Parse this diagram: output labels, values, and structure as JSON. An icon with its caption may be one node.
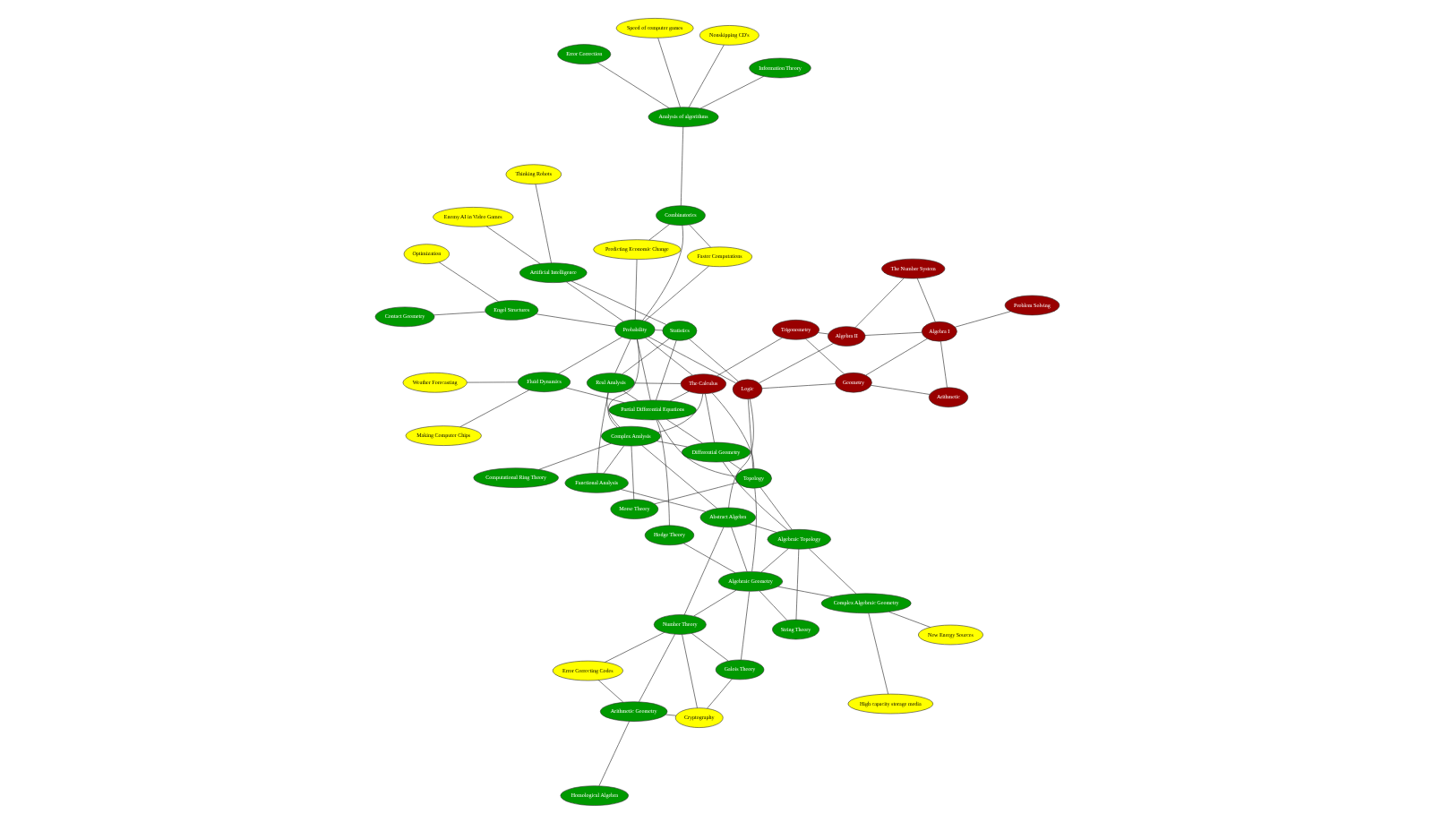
{
  "diagram": {
    "nodes": [
      {
        "text": [
          "Homological Algebra"
        ]
      },
      {
        "text": [
          "Arithmetic Geometry"
        ]
      },
      {
        "text": [
          "String Theory"
        ]
      },
      {
        "text": [
          "Number Theory"
        ]
      },
      {
        "text": [
          "Algebraic Geometry"
        ]
      },
      {
        "text": [
          "Contact Geometry"
        ]
      },
      {
        "text": [
          "Engel Structures"
        ]
      },
      {
        "text": [
          "Complex Algebraic Geometry"
        ]
      },
      {
        "text": [
          "Morse Theory"
        ]
      },
      {
        "text": [
          "Hodge Theory"
        ]
      },
      {
        "text": [
          "Algebraic Topology"
        ]
      },
      {
        "text": [
          "Error Correction"
        ]
      },
      {
        "text": [
          "Information Theory"
        ]
      },
      {
        "text": [
          "Differential Geometry"
        ]
      },
      {
        "text": [
          "Partial Differential Equations"
        ]
      },
      {
        "text": [
          "Galois Theory"
        ]
      },
      {
        "text": [
          "Functional Analysis"
        ]
      },
      {
        "text": [
          "Analysis of algorithms"
        ]
      },
      {
        "text": [
          "Optimization"
        ]
      },
      {
        "text": [
          "High capacity storage media"
        ]
      },
      {
        "text": [
          "Error Correcting Codes"
        ]
      },
      {
        "text": [
          "Complex Analysis"
        ]
      },
      {
        "text": [
          "Abstract Algebra"
        ]
      },
      {
        "text": [
          "Topology"
        ]
      },
      {
        "text": [
          "Combinatorics"
        ]
      },
      {
        "text": [
          "Artificial Intelligence"
        ]
      },
      {
        "text": [
          "Nonskipping CD's"
        ]
      },
      {
        "text": [
          "Speed of computer games"
        ]
      },
      {
        "text": [
          "Computational Ring Theory"
        ]
      },
      {
        "text": [
          "Real Analysis"
        ]
      },
      {
        "text": [
          "The Calculus"
        ]
      },
      {
        "text": [
          "Probability"
        ]
      },
      {
        "text": [
          "Fluid Dynamics"
        ]
      },
      {
        "text": [
          "Making Computer Chips"
        ]
      },
      {
        "text": [
          "Statistics"
        ]
      },
      {
        "text": [
          "Faster Computations"
        ]
      },
      {
        "text": [
          "New Energy Sources"
        ]
      },
      {
        "text": [
          "Cryptography"
        ]
      },
      {
        "text": [
          "Predicting Economic Change"
        ]
      },
      {
        "text": [
          "Enemy AI in Video Games"
        ]
      },
      {
        "text": [
          "Thinking Robots"
        ]
      },
      {
        "text": [
          "Weather Forecasting"
        ]
      },
      {
        "text": [
          "Trigonometry"
        ]
      },
      {
        "text": [
          "Logic"
        ]
      },
      {
        "text": [
          "Geometry"
        ]
      },
      {
        "text": [
          "Algebra II"
        ]
      },
      {
        "text": [
          "Algebra I"
        ]
      },
      {
        "text": [
          "Arithmetic"
        ]
      },
      {
        "text": [
          "Problem Solving"
        ]
      },
      {
        "text": [
          "The Number System"
        ]
      }
    ],
    "edges": [
      {
        "from": 0,
        "to": 1,
        "arrow": "none"
      },
      {
        "from": 1,
        "to": 3,
        "arrow": "none"
      },
      {
        "from": 1,
        "to": 20,
        "arrow": "none"
      },
      {
        "from": 1,
        "to": 37,
        "arrow": "none"
      },
      {
        "from": 2,
        "to": 4,
        "arrow": "none"
      },
      {
        "from": 2,
        "to": 10,
        "arrow": "none"
      },
      {
        "from": 3,
        "to": 4,
        "arrow": "none"
      },
      {
        "from": 3,
        "to": 15,
        "arrow": "none"
      },
      {
        "from": 3,
        "to": 20,
        "arrow": "none"
      },
      {
        "from": 3,
        "to": 37,
        "arrow": "none"
      },
      {
        "from": 3,
        "to": 22,
        "arrow": "none"
      },
      {
        "from": 7,
        "to": 4,
        "arrow": "none"
      },
      {
        "from": 7,
        "to": 10,
        "arrow": "none"
      },
      {
        "from": 7,
        "to": 19,
        "arrow": "none"
      },
      {
        "from": 7,
        "to": 36,
        "arrow": "none"
      },
      {
        "from": 15,
        "to": 37,
        "arrow": "none"
      },
      {
        "from": 15,
        "to": 4,
        "arrow": "none"
      },
      {
        "from": 4,
        "to": 10,
        "arrow": "none"
      },
      {
        "from": 4,
        "to": 9,
        "arrow": "none"
      },
      {
        "from": 4,
        "to": 22,
        "arrow": "none"
      },
      {
        "from": 4,
        "to": 23,
        "arrow": "none"
      },
      {
        "from": 9,
        "to": 14,
        "arrow": "none"
      },
      {
        "from": 5,
        "to": 6,
        "arrow": "none"
      },
      {
        "from": 6,
        "to": 18,
        "arrow": "none"
      },
      {
        "from": 6,
        "to": 31,
        "arrow": "none"
      },
      {
        "from": 11,
        "to": 17,
        "arrow": "none"
      },
      {
        "from": 12,
        "to": 17,
        "arrow": "none"
      },
      {
        "from": 17,
        "to": 26,
        "arrow": "none"
      },
      {
        "from": 17,
        "to": 27,
        "arrow": "none"
      },
      {
        "from": 17,
        "to": 24,
        "arrow": "none"
      },
      {
        "from": 8,
        "to": 21,
        "arrow": "none"
      },
      {
        "from": 8,
        "to": 23,
        "arrow": "none"
      },
      {
        "from": 13,
        "to": 14,
        "arrow": "none"
      },
      {
        "from": 13,
        "to": 21,
        "arrow": "none"
      },
      {
        "from": 13,
        "to": 23,
        "arrow": "none"
      },
      {
        "from": 13,
        "to": 30,
        "arrow": "none"
      },
      {
        "from": 10,
        "to": 13,
        "arrow": "none"
      },
      {
        "from": 10,
        "to": 23,
        "arrow": "none"
      },
      {
        "from": 10,
        "to": 22,
        "arrow": "none"
      },
      {
        "from": 14,
        "to": 32,
        "arrow": "none"
      },
      {
        "from": 14,
        "to": 31,
        "arrow": "none"
      },
      {
        "from": 14,
        "to": 29,
        "arrow": "none"
      },
      {
        "from": 14,
        "to": 23,
        "arrow": "none"
      },
      {
        "from": 14,
        "to": 34,
        "arrow": "none"
      },
      {
        "from": 14,
        "to": 30,
        "arrow": "none"
      },
      {
        "from": 16,
        "to": 21,
        "arrow": "none"
      },
      {
        "from": 16,
        "to": 22,
        "arrow": "none"
      },
      {
        "from": 16,
        "to": 29,
        "arrow": "none"
      },
      {
        "from": 21,
        "to": 28,
        "arrow": "none"
      },
      {
        "from": 21,
        "to": 22,
        "arrow": "none"
      },
      {
        "from": 21,
        "to": 29,
        "arrow": "none"
      },
      {
        "from": 21,
        "to": 30,
        "arrow": "none"
      },
      {
        "from": 21,
        "to": 31,
        "arrow": "none"
      },
      {
        "from": 24,
        "to": 31,
        "arrow": "none"
      },
      {
        "from": 24,
        "to": 35,
        "arrow": "none"
      },
      {
        "from": 24,
        "to": 38,
        "arrow": "none"
      },
      {
        "from": 25,
        "to": 31,
        "arrow": "none"
      },
      {
        "from": 25,
        "to": 34,
        "arrow": "none"
      },
      {
        "from": 25,
        "to": 40,
        "arrow": "none"
      },
      {
        "from": 25,
        "to": 39,
        "arrow": "none"
      },
      {
        "from": 23,
        "to": 30,
        "arrow": "none"
      },
      {
        "from": 23,
        "to": 43,
        "arrow": "none"
      },
      {
        "from": 29,
        "to": 30,
        "arrow": "none"
      },
      {
        "from": 29,
        "to": 31,
        "arrow": "none"
      },
      {
        "from": 29,
        "to": 34,
        "arrow": "none"
      },
      {
        "from": 31,
        "to": 30,
        "arrow": "none"
      },
      {
        "from": 31,
        "to": 34,
        "arrow": "none"
      },
      {
        "from": 31,
        "to": 32,
        "arrow": "none"
      },
      {
        "from": 31,
        "to": 35,
        "arrow": "none"
      },
      {
        "from": 31,
        "to": 38,
        "arrow": "none"
      },
      {
        "from": 31,
        "to": 43,
        "arrow": "none"
      },
      {
        "from": 34,
        "to": 43,
        "arrow": "none"
      },
      {
        "from": 32,
        "to": 33,
        "arrow": "none"
      },
      {
        "from": 32,
        "to": 41,
        "arrow": "none"
      },
      {
        "from": 30,
        "to": 42,
        "arrow": "none"
      },
      {
        "from": 22,
        "to": 43,
        "arrow": "none"
      },
      {
        "from": 42,
        "to": 44,
        "arrow": "none"
      },
      {
        "from": 42,
        "to": 45,
        "arrow": "none"
      },
      {
        "from": 43,
        "to": 44,
        "arrow": "none"
      },
      {
        "from": 43,
        "to": 45,
        "arrow": "none"
      },
      {
        "from": 44,
        "to": 46,
        "arrow": "none"
      },
      {
        "from": 44,
        "to": 47,
        "arrow": "none"
      },
      {
        "from": 45,
        "to": 46,
        "arrow": "none"
      },
      {
        "from": 45,
        "to": 49,
        "arrow": "none"
      },
      {
        "from": 46,
        "to": 47,
        "arrow": "none"
      },
      {
        "from": 46,
        "to": 48,
        "arrow": "none"
      },
      {
        "from": 46,
        "to": 49,
        "arrow": "none"
      }
    ]
  }
}
